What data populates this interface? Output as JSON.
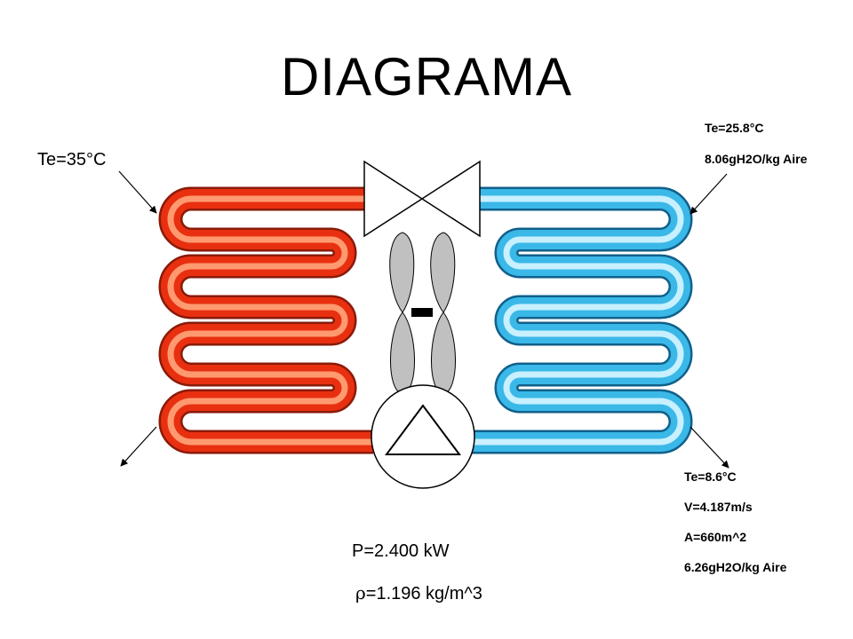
{
  "title": "DIAGRAMA",
  "left_inlet": {
    "te": "Te=35°C"
  },
  "right_top": {
    "te": "Te=25.8°C",
    "humidity": "8.06gH2O/kg Aire"
  },
  "right_bottom": {
    "te": "Te=8.6°C",
    "velocity": "V=4.187m/s",
    "area": "A=660m^2",
    "humidity": "6.26gH2O/kg Aire"
  },
  "bottom": {
    "power": "P=2.400 kW",
    "density": "=1.196 kg/m^3",
    "density_symbol": "ρ"
  },
  "colors": {
    "hot_coil": "#e83010",
    "hot_coil_edge": "#8a1a08",
    "hot_coil_core": "#ff9a70",
    "cold_coil": "#3ab8e8",
    "cold_coil_edge": "#10608a",
    "cold_coil_core": "#c8f0ff",
    "fan_blade": "#c0c0c0"
  },
  "icons": [
    "expansion-valve-icon",
    "fan-icon",
    "compressor-icon",
    "arrow-icon"
  ]
}
